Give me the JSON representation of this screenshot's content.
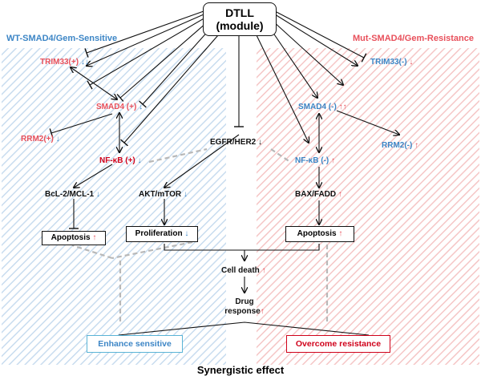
{
  "module": {
    "line1": "DTLL",
    "line2": "(module)"
  },
  "regions": {
    "left": "WT-SMAD4/Gem-Sensitive",
    "right": "Mut-SMAD4/Gem-Resistance"
  },
  "nodes": {
    "trim33_left": {
      "name": "TRIM33(+)",
      "arrows": "↓↓"
    },
    "smad4_left": {
      "name": "SMAD4 (+)",
      "arrows": "↓"
    },
    "rrm2_left": {
      "name": "RRM2(+)",
      "arrows": "↓"
    },
    "nfkb_left": {
      "name": "NF-κB (+)",
      "arrows": "↓"
    },
    "bcl2": {
      "name": "BcL-2/MCL-1",
      "arrows": "↓"
    },
    "apoptosis_left": {
      "name": "Apoptosis",
      "arrows": "↑"
    },
    "egfr": {
      "name": "EGFR/HER2",
      "arrows": "↓"
    },
    "akt": {
      "name": "AKT/mTOR",
      "arrows": "↓"
    },
    "proliferation": {
      "name": "Proliferation",
      "arrows": "↓"
    },
    "trim33_right": {
      "name": "TRIM33(-)",
      "arrows": "↓"
    },
    "smad4_right": {
      "name": "SMAD4 (-)",
      "arrows": "↑↑"
    },
    "rrm2_right": {
      "name": "RRM2(-)",
      "arrows": "↑"
    },
    "nfkb_right": {
      "name": "NF-κB (-)",
      "arrows": "↑"
    },
    "bax": {
      "name": "BAX/FADD",
      "arrows": "↑"
    },
    "apoptosis_right": {
      "name": "Apoptosis",
      "arrows": "↑"
    },
    "cell_death": {
      "name": "Cell death",
      "arrows": "↑"
    },
    "drug_response": {
      "line1": "Drug",
      "line2": "response",
      "arrows": "↑"
    }
  },
  "outcomes": {
    "left": "Enhance sensitive",
    "right": "Overcome resistance"
  },
  "footer": "Synergistic effect",
  "colors": {
    "red": "#e8505b",
    "blue": "#3d86c6",
    "hatch_blue": "#c8dcef",
    "hatch_red": "#f5c6c6",
    "dashed": "#b8b8b8"
  }
}
